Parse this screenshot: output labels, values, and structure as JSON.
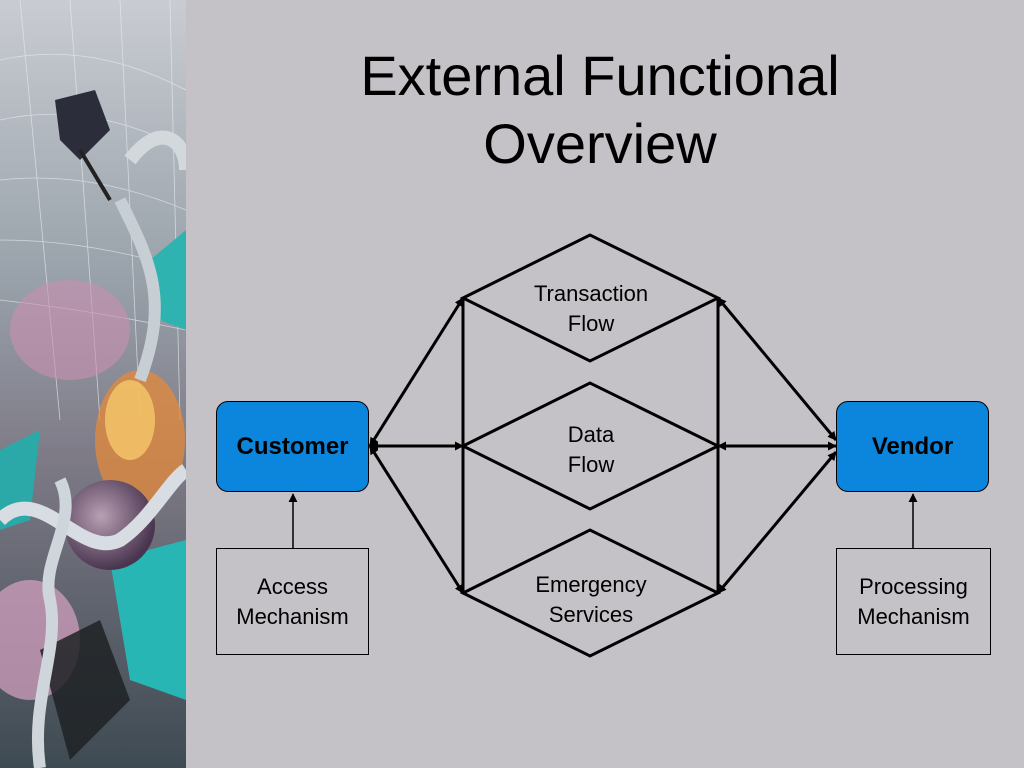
{
  "title": "External Functional\nOverview",
  "colors": {
    "background": "#c4c2c7",
    "entity_fill": "#0b86dc",
    "line": "#000000"
  },
  "entities": {
    "customer": "Customer",
    "vendor": "Vendor"
  },
  "mechanisms": {
    "access": "Access\nMechanism",
    "processing": "Processing\nMechanism"
  },
  "flows": {
    "transaction": "Transaction\nFlow",
    "data": "Data\nFlow",
    "emergency": "Emergency\nServices"
  },
  "decor": {
    "left_strip_icon": "abstract-collage-art"
  }
}
